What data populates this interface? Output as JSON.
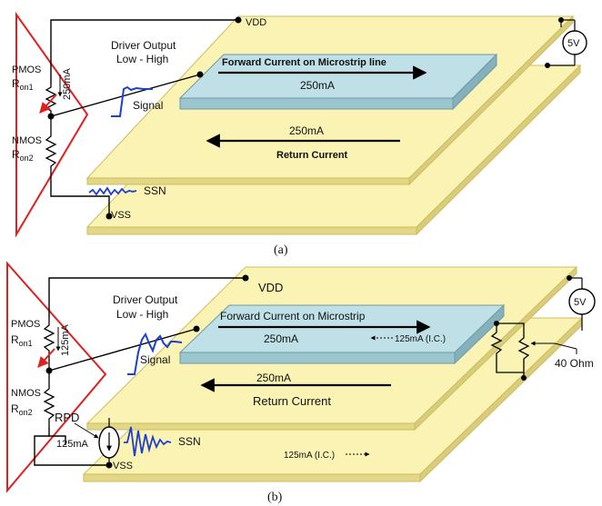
{
  "diagram_a": {
    "caption": "(a)",
    "vdd": "VDD",
    "vss": "VSS",
    "supply": "5V",
    "driver_output": "Driver Output",
    "driver_output_2": "Low - High",
    "pmos": "PMOS",
    "ron1": "R",
    "ron1_sub": "on1",
    "pmos_current": "250mA",
    "nmos": "NMOS",
    "ron2": "R",
    "ron2_sub": "on2",
    "signal": "Signal",
    "ssn": "SSN",
    "forward": "Forward Current on Microstrip line",
    "forward_value": "250mA",
    "return_value": "250mA",
    "return_label": "Return Current"
  },
  "diagram_b": {
    "caption": "(b)",
    "vdd": "VDD",
    "vss": "VSS",
    "supply": "5V",
    "driver_output": "Driver Output",
    "driver_output_2": "Low - High",
    "pmos": "PMOS",
    "ron1": "R",
    "ron1_sub": "on1",
    "pmos_current": "125mA",
    "nmos": "NMOS",
    "ron2": "R",
    "ron2_sub": "on2",
    "signal": "Signal",
    "rpd": "RPD",
    "rpd_current": "125mA",
    "ssn": "SSN",
    "forward": "Forward Current on Microstrip",
    "forward_value": "250mA",
    "ic_top": "125mA (I.C.)",
    "return_value": "250mA",
    "return_label": "Return Current",
    "ic_bottom": "125mA (I.C.)",
    "resistor": "40  Ohm"
  },
  "colors": {
    "plane_fill": "#fbf3b4",
    "plane_edge": "#cdbd5a",
    "strip_top": "#bfe0e6",
    "strip_side": "#8fb9c2",
    "triangle": "#e02020",
    "noise": "#1b3fd0",
    "arrow_red": "#e02020"
  }
}
